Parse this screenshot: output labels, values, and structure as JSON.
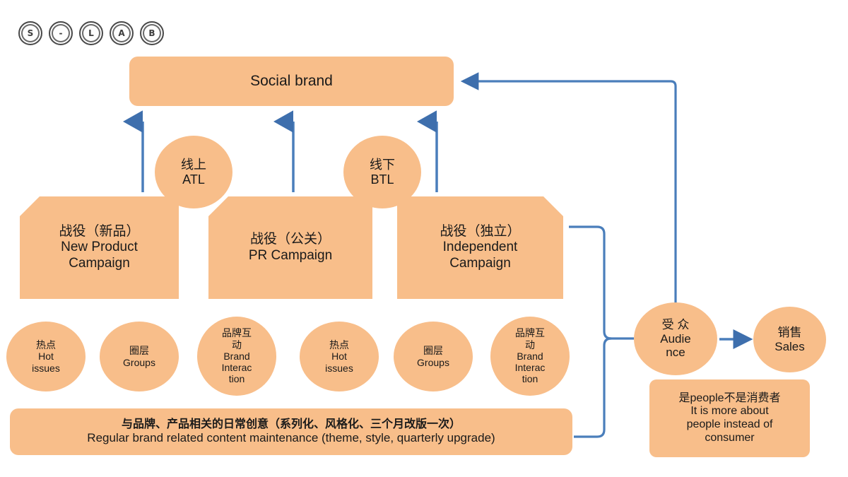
{
  "colors": {
    "node_fill": "#F8BE8A",
    "connector_blue": "#4A7EBB",
    "background": "#FFFFFF",
    "text": "#1A1A1A"
  },
  "logo": {
    "name": "s-lab-logo",
    "letters": [
      "S",
      "-",
      "L",
      "A",
      "B"
    ]
  },
  "social_brand": {
    "label": "Social brand"
  },
  "channels": [
    {
      "cn": "线上",
      "en": "ATL"
    },
    {
      "cn": "线下",
      "en": "BTL"
    }
  ],
  "campaigns": [
    {
      "cn": "战役（新品）",
      "en_line1": "New Product",
      "en_line2": "Campaign"
    },
    {
      "cn": "战役（公关）",
      "en_line1": "PR Campaign",
      "en_line2": ""
    },
    {
      "cn": "战役（独立）",
      "en_line1": "Independent",
      "en_line2": "Campaign"
    }
  ],
  "tactics": [
    {
      "cn1": "热点",
      "cn2": "",
      "en1": "Hot",
      "en2": "issues",
      "en3": ""
    },
    {
      "cn1": "圈层",
      "cn2": "",
      "en1": "Groups",
      "en2": "",
      "en3": ""
    },
    {
      "cn1": "品牌互",
      "cn2": "动",
      "en1": "Brand",
      "en2": "Interac",
      "en3": "tion"
    },
    {
      "cn1": "热点",
      "cn2": "",
      "en1": "Hot",
      "en2": "issues",
      "en3": ""
    },
    {
      "cn1": "圈层",
      "cn2": "",
      "en1": "Groups",
      "en2": "",
      "en3": ""
    },
    {
      "cn1": "品牌互",
      "cn2": "动",
      "en1": "Brand",
      "en2": "Interac",
      "en3": "tion"
    }
  ],
  "audience": {
    "cn": "受 众",
    "en_line1": "Audie",
    "en_line2": "nce"
  },
  "sales": {
    "cn": "销售",
    "en": "Sales"
  },
  "people_note": {
    "line1": "是people不是消费者",
    "line2": "It is more about",
    "line3": "people instead of",
    "line4": "consumer"
  },
  "daily_banner": {
    "line1": "与品牌、产品相关的日常创意（系列化、风格化、三个月改版一次）",
    "line2": "Regular brand related content maintenance (theme, style, quarterly upgrade)"
  }
}
